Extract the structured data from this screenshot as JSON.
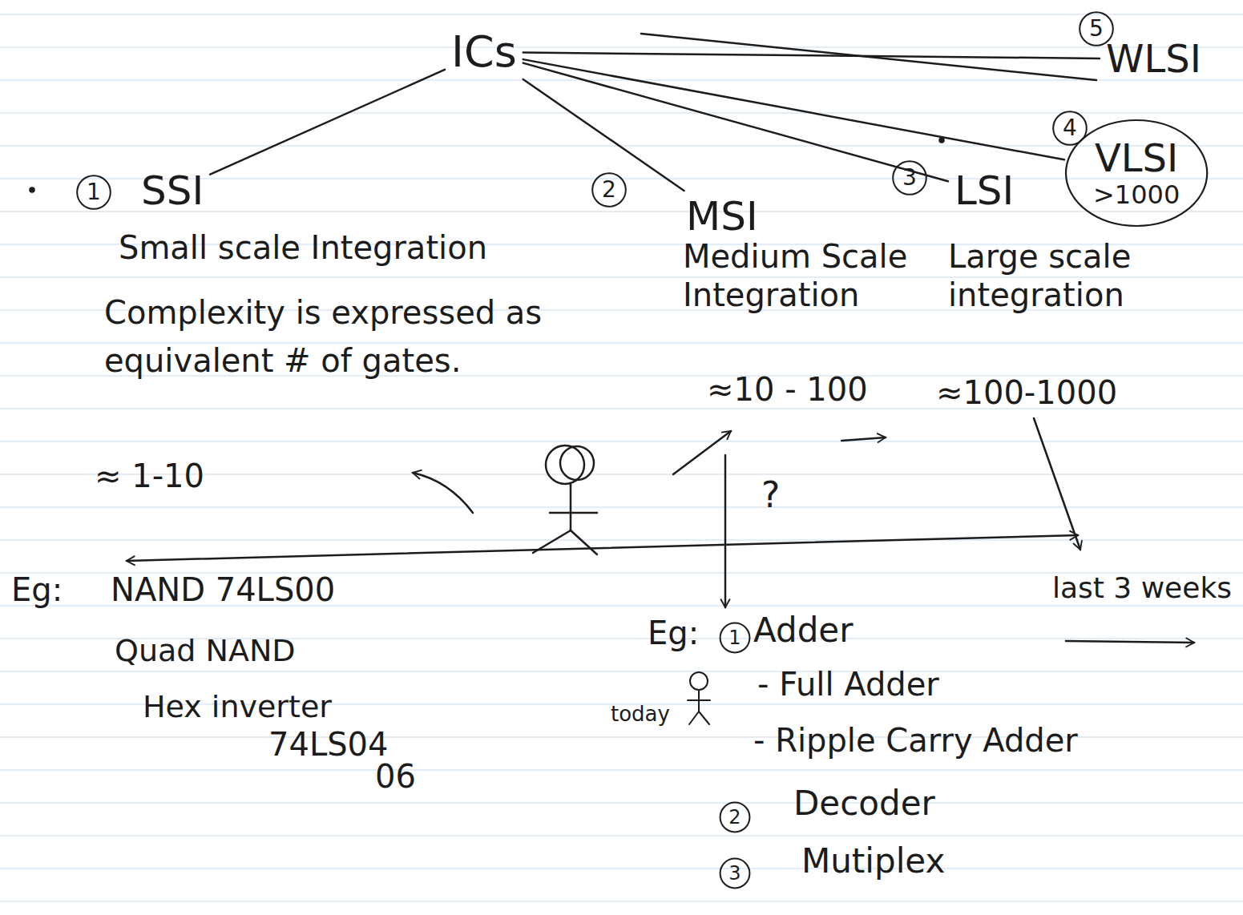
{
  "diagram": {
    "nodes": [
      {
        "text": [
          "ICs"
        ]
      },
      {
        "text": [
          "SSI"
        ]
      },
      {
        "text": [
          "MSI"
        ]
      },
      {
        "text": [
          "LSI"
        ]
      },
      {
        "text": [
          "VLSI",
          ">1000"
        ]
      },
      {
        "text": [
          "WLSI"
        ]
      }
    ],
    "edges": [
      {
        "from": 0,
        "to": 1,
        "arrow": "none"
      },
      {
        "from": 0,
        "to": 2,
        "arrow": "none"
      },
      {
        "from": 0,
        "to": 3,
        "arrow": "none"
      },
      {
        "from": 0,
        "to": 4,
        "arrow": "none"
      },
      {
        "from": 0,
        "to": 5,
        "arrow": "none"
      }
    ],
    "labels": [
      "5",
      "4",
      "1",
      "Small scale Integration",
      "Complexity is expressed as equivalent # of gates.",
      "≈ 1-10",
      "Eg:",
      "NAND 74LS00",
      "Quad NAND",
      "Hex inverter",
      "74LS04",
      "06",
      "2",
      "Medium Scale Integration",
      "≈10 - 100",
      "?",
      "Eg:",
      "1",
      "Adder",
      "- Full Adder",
      "today",
      "- Ripple Carry Adder",
      "2",
      "Decoder",
      "3",
      "Mutiplex",
      "3",
      "Large scale integration",
      "≈100-1000",
      "last 3 weeks"
    ]
  }
}
